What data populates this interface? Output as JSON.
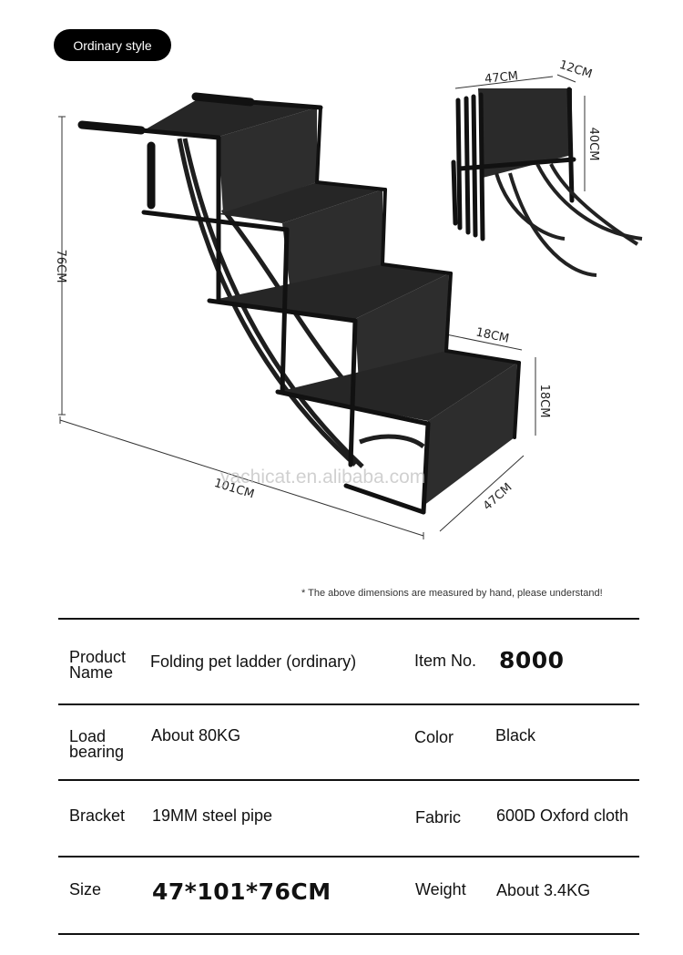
{
  "badge": "Ordinary style",
  "dimensions": {
    "height": "76CM",
    "length": "101CM",
    "depth": "47CM",
    "step_depth": "18CM",
    "step_height": "18CM",
    "folded_width": "47CM",
    "folded_thickness": "12CM",
    "folded_height": "40CM"
  },
  "watermark": "yachicat.en.alibaba.com",
  "note": "* The above dimensions are measured by hand, please understand!",
  "specs": {
    "product_name_label_1": "Product",
    "product_name_label_2": "Name",
    "product_name": "Folding pet ladder (ordinary)",
    "item_no_label": "Item No.",
    "item_no": "8000",
    "load_label_1": "Load",
    "load_label_2": "bearing",
    "load": "About 80KG",
    "color_label": "Color",
    "color": "Black",
    "bracket_label": "Bracket",
    "bracket": "19MM steel pipe",
    "fabric_label": "Fabric",
    "fabric": "600D Oxford cloth",
    "size_label": "Size",
    "size": "47*101*76CM",
    "weight_label": "Weight",
    "weight": "About 3.4KG"
  }
}
